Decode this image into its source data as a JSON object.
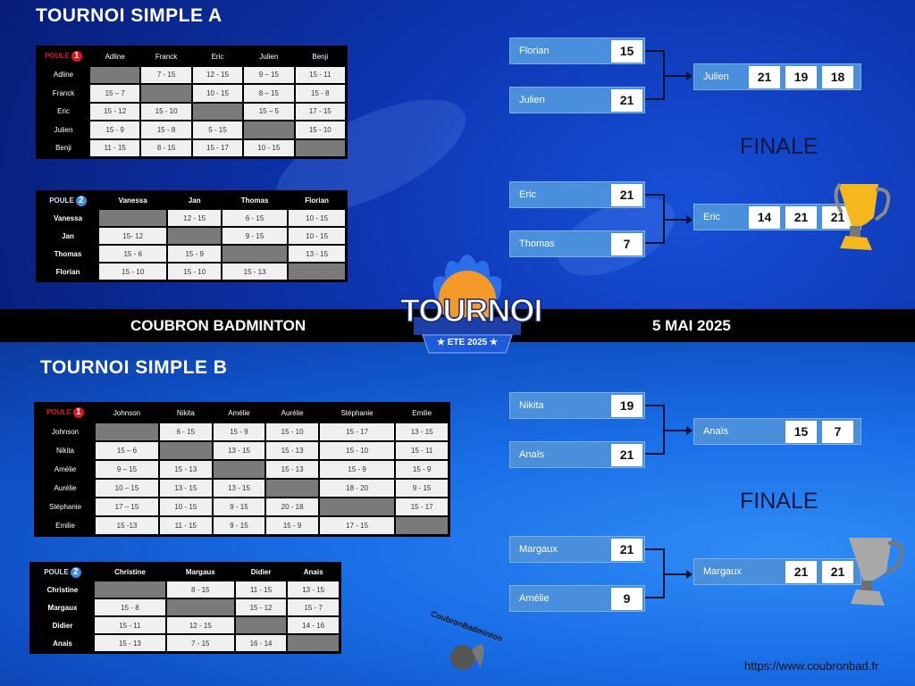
{
  "tournoi_a": {
    "title": "TOURNOI SIMPLE A",
    "poule1": {
      "label": "POULE",
      "number": "1",
      "players": [
        "Adline",
        "Franck",
        "Eric",
        "Julien",
        "Benji"
      ],
      "results": [
        [
          "",
          "7 - 15",
          "12 - 15",
          "9 – 15",
          "15 - 11"
        ],
        [
          "15 – 7",
          "",
          "10 - 15",
          "8 – 15",
          "15 - 8"
        ],
        [
          "15 - 12",
          "15 - 10",
          "",
          "15 – 5",
          "17 - 15"
        ],
        [
          "15 - 9",
          "15 - 8",
          "5 - 15",
          "",
          "15 - 10"
        ],
        [
          "11 - 15",
          "8 - 15",
          "15 - 17",
          "10 - 15",
          ""
        ]
      ]
    },
    "poule2": {
      "label": "POULE",
      "number": "2",
      "players": [
        "Vanessa",
        "Jan",
        "Thomas",
        "Florian"
      ],
      "results": [
        [
          "",
          "12 - 15",
          "6 - 15",
          "10 - 15"
        ],
        [
          "15- 12",
          "",
          "9 - 15",
          "10 - 15"
        ],
        [
          "15 - 6",
          "15 - 9",
          "",
          "13 - 15"
        ],
        [
          "15 - 10",
          "15 - 10",
          "15 - 13",
          ""
        ]
      ]
    },
    "bracket": {
      "semi1": [
        {
          "name": "Florian",
          "score": "15"
        },
        {
          "name": "Julien",
          "score": "21"
        }
      ],
      "semi2": [
        {
          "name": "Eric",
          "score": "21"
        },
        {
          "name": "Thomas",
          "score": "7"
        }
      ],
      "final_label": "FINALE",
      "final": [
        {
          "name": "Julien",
          "scores": [
            "21",
            "19",
            "18"
          ]
        },
        {
          "name": "Eric",
          "scores": [
            "14",
            "21",
            "21"
          ]
        }
      ]
    }
  },
  "banner": {
    "club": "COUBRON BADMINTON",
    "date": "5 MAI 2025",
    "logo_title": "TOURNOI",
    "logo_subtitle": "★ ETE 2025 ★"
  },
  "tournoi_b": {
    "title": "TOURNOI SIMPLE B",
    "poule1": {
      "label": "POULE",
      "number": "1",
      "players": [
        "Johnson",
        "Nikita",
        "Amélie",
        "Aurélie",
        "Stéphanie",
        "Emilie"
      ],
      "results": [
        [
          "",
          "6 - 15",
          "15 - 9",
          "15 - 10",
          "15 - 17",
          "13 - 15"
        ],
        [
          "15 – 6",
          "",
          "13 - 15",
          "15 - 13",
          "15 - 10",
          "15 - 11"
        ],
        [
          "9 – 15",
          "15 - 13",
          "",
          "15 - 13",
          "15 - 9",
          "15 - 9"
        ],
        [
          "10 – 15",
          "13 - 15",
          "13 - 15",
          "",
          "18 - 20",
          "9 - 15"
        ],
        [
          "17 – 15",
          "10 - 15",
          "9 - 15",
          "20 - 18",
          "",
          "15 - 17"
        ],
        [
          "15 -13",
          "11 - 15",
          "9 - 15",
          "15 - 9",
          "17 - 15",
          ""
        ]
      ]
    },
    "poule2": {
      "label": "POULE",
      "number": "2",
      "players": [
        "Christine",
        "Margaux",
        "Didier",
        "Anais"
      ],
      "results": [
        [
          "",
          "8 - 15",
          "11 - 15",
          "13 - 15"
        ],
        [
          "15 - 8",
          "",
          "15 - 12",
          "15 - 7"
        ],
        [
          "15 - 11",
          "12 - 15",
          "",
          "14 - 16"
        ],
        [
          "15 - 13",
          "7 - 15",
          "16 - 14",
          ""
        ]
      ]
    },
    "bracket": {
      "semi1": [
        {
          "name": "Nikita",
          "score": "19"
        },
        {
          "name": "Anaïs",
          "score": "21"
        }
      ],
      "semi2": [
        {
          "name": "Margaux",
          "score": "21"
        },
        {
          "name": "Amélie",
          "score": "9"
        }
      ],
      "final_label": "FINALE",
      "final": [
        {
          "name": "Anaïs",
          "scores": [
            "15",
            "7"
          ]
        },
        {
          "name": "Margaux",
          "scores": [
            "21",
            "21"
          ]
        }
      ]
    }
  },
  "footer": {
    "club_logo_text": "CoubronBadminton",
    "url": "https://www.coubronbad.fr"
  },
  "colors": {
    "poule1": "#e0141e",
    "poule2": "#3b8de0",
    "gold": "#f5b81c",
    "silver": "#a8a8a8"
  }
}
